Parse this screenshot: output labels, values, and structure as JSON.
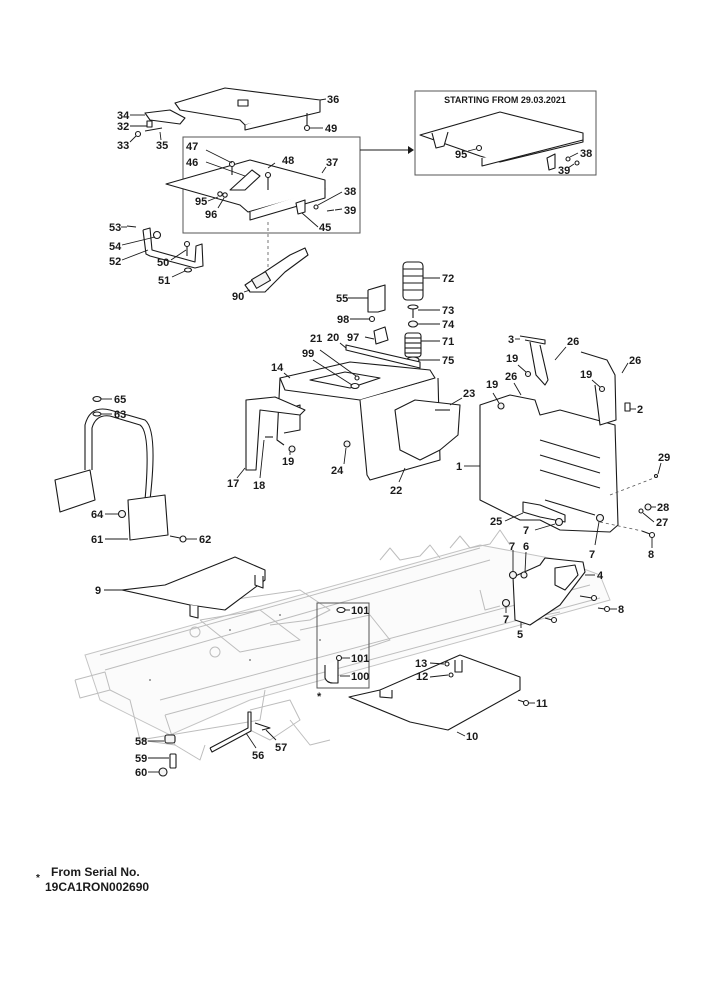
{
  "diagram": {
    "title": "Exploded parts diagram - chassis frame and seat support",
    "inset_box": {
      "title": "STARTING FROM 29.03.2021",
      "callouts": [
        "95",
        "38",
        "39"
      ]
    },
    "serial_box": {
      "marker": "*",
      "callouts": [
        "101",
        "101",
        "100"
      ]
    },
    "footnote": {
      "marker": "*",
      "line1": "From Serial No.",
      "line2": "19CA1RON002690"
    },
    "callouts": {
      "c36": "36",
      "c49": "49",
      "c34": "34",
      "c32": "32",
      "c33": "33",
      "c35": "35",
      "c47": "47",
      "c46": "46",
      "c48": "48",
      "c37": "37",
      "c95": "95",
      "c96": "96",
      "c38": "38",
      "c39": "39",
      "c45": "45",
      "c53": "53",
      "c54": "54",
      "c52": "52",
      "c50": "50",
      "c51": "51",
      "c90": "90",
      "c55": "55",
      "c98": "98",
      "c72": "72",
      "c73": "73",
      "c74": "74",
      "c71": "71",
      "c75": "75",
      "c21": "21",
      "c20": "20",
      "c97": "97",
      "c99": "99",
      "c14": "14",
      "c17": "17",
      "c18": "18",
      "c19a": "19",
      "c24": "24",
      "c23": "23",
      "c22": "22",
      "c65": "65",
      "c63": "63",
      "c64": "64",
      "c61": "61",
      "c62": "62",
      "c3": "3",
      "c26a": "26",
      "c19b": "19",
      "c26b": "26",
      "c19c": "19",
      "c26c": "26",
      "c19d": "19",
      "c2": "2",
      "c1": "1",
      "c29": "29",
      "c28": "28",
      "c27": "27",
      "c25": "25",
      "c7a": "7",
      "c7b": "7",
      "c8a": "8",
      "c7c": "7",
      "c6": "6",
      "c4": "4",
      "c7d": "7",
      "c8b": "8",
      "c5": "5",
      "c9": "9",
      "c13": "13",
      "c12": "12",
      "c11": "11",
      "c10": "10",
      "c58": "58",
      "c59": "59",
      "c60": "60",
      "c56": "56",
      "c57": "57"
    }
  }
}
